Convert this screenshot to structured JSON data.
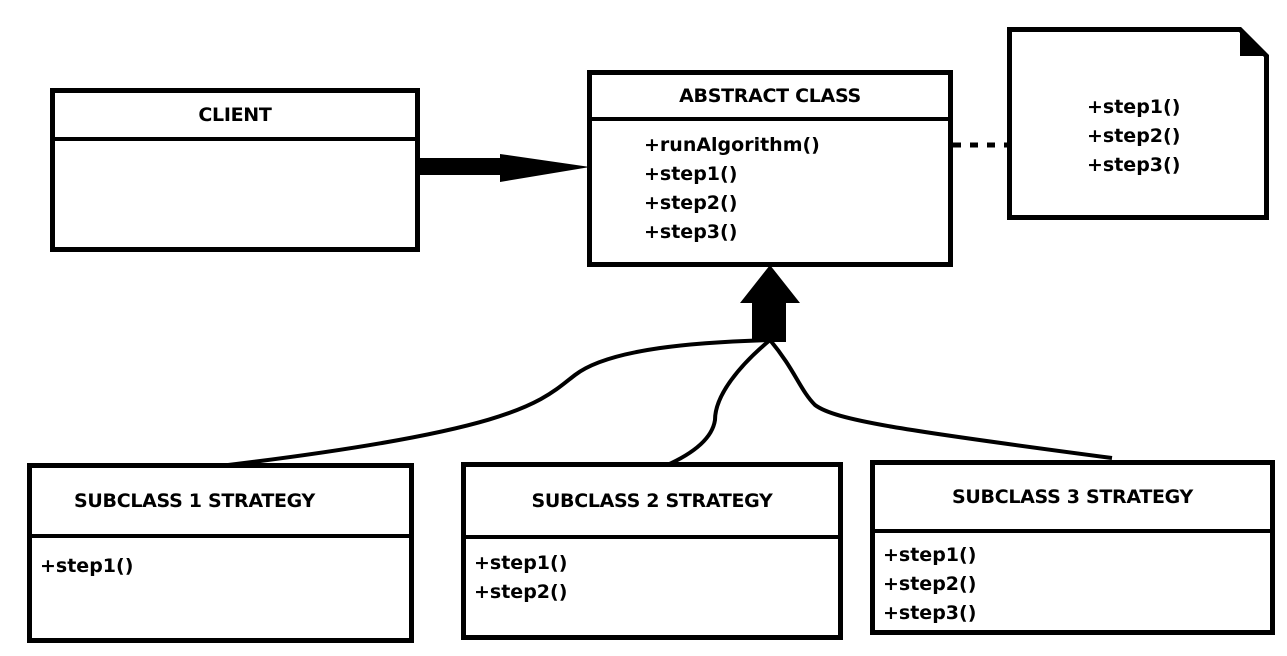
{
  "client": {
    "title": "CLIENT"
  },
  "abstract_class": {
    "title": "ABSTRACT CLASS",
    "methods": [
      "+runAlgorithm()",
      "+step1()",
      "+step2()",
      "+step3()"
    ]
  },
  "note": {
    "methods": [
      "+step1()",
      "+step2()",
      "+step3()"
    ]
  },
  "subclasses": [
    {
      "title": "SUBCLASS 1 STRATEGY",
      "methods": [
        "+step1()"
      ]
    },
    {
      "title": "SUBCLASS 2 STRATEGY",
      "methods": [
        "+step1()",
        "+step2()"
      ]
    },
    {
      "title": "SUBCLASS 3 STRATEGY",
      "methods": [
        "+step1()",
        "+step2()",
        "+step3()"
      ]
    }
  ]
}
